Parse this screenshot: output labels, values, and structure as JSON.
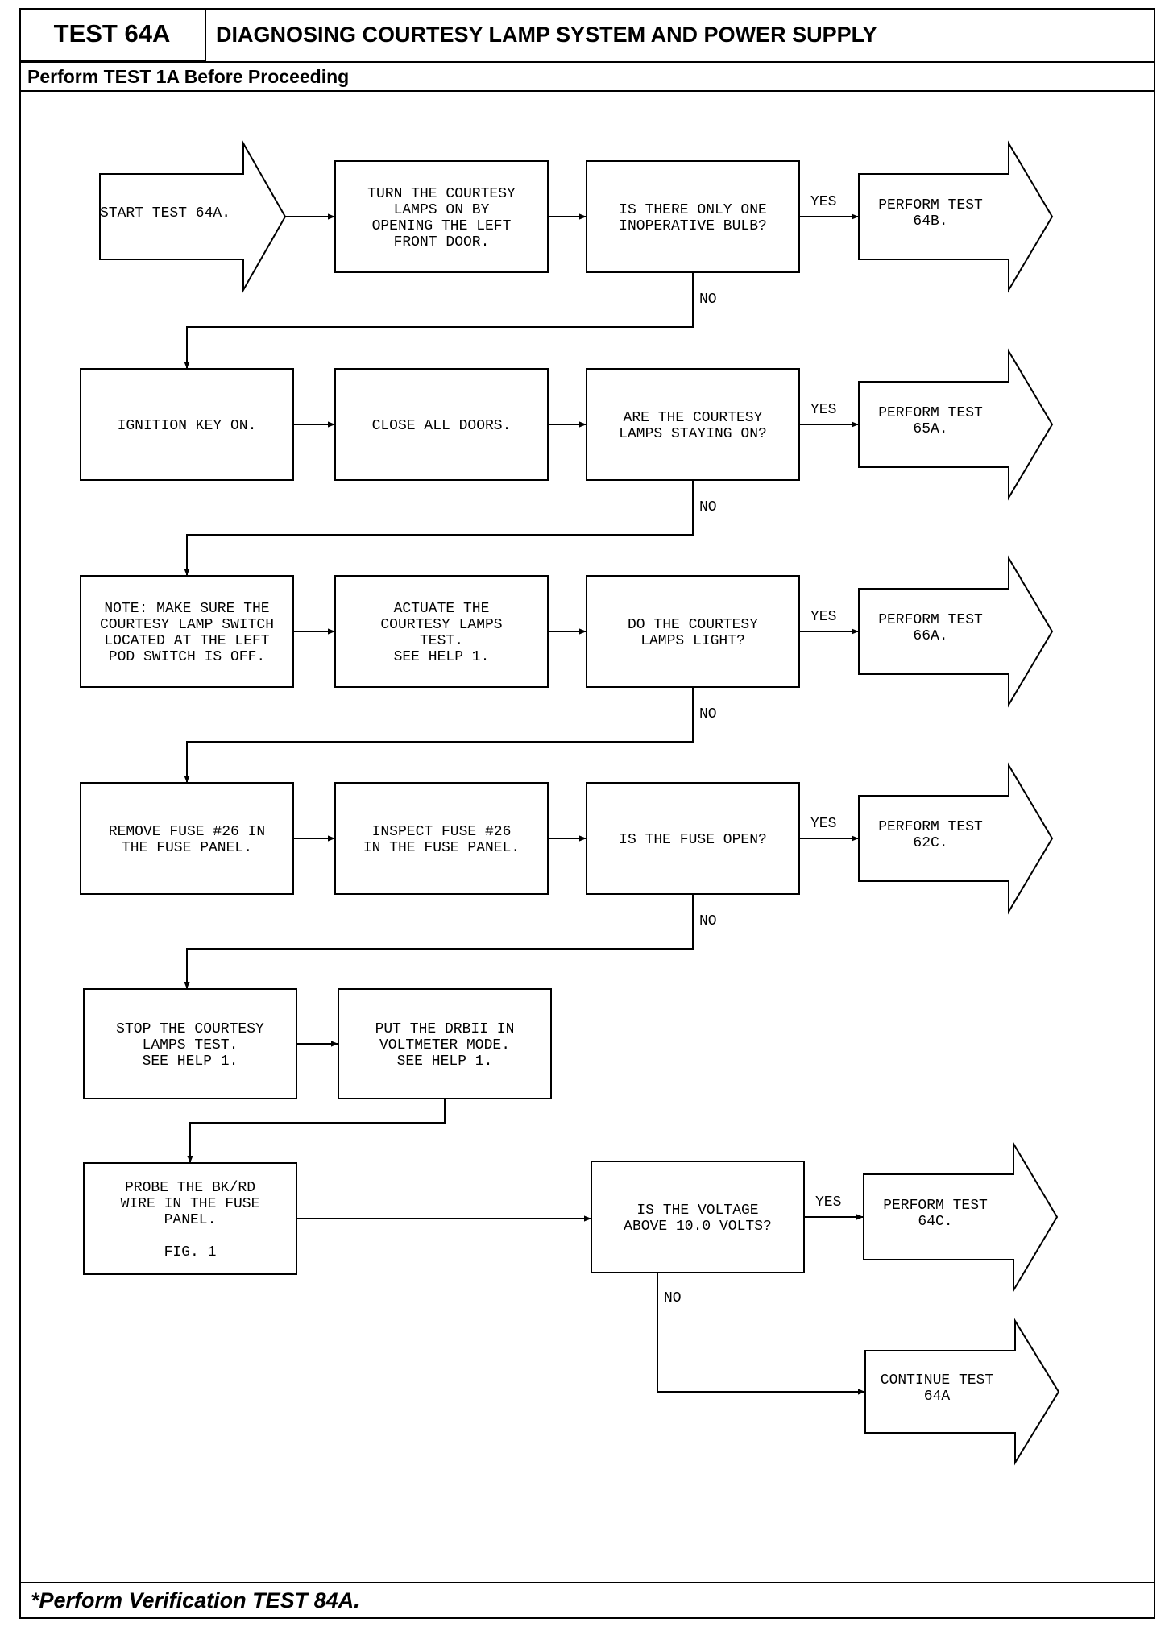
{
  "header": {
    "test_id": "TEST 64A",
    "title": "DIAGNOSING COURTESY LAMP SYSTEM AND POWER SUPPLY",
    "subtitle": "Perform TEST 1A Before Proceeding"
  },
  "footer": {
    "note": "*Perform Verification TEST 84A."
  },
  "labels": {
    "yes": "YES",
    "no": "NO"
  },
  "nodes": {
    "start": [
      "START TEST 64A."
    ],
    "turn_on": [
      "TURN THE COURTESY",
      "LAMPS ON BY",
      "OPENING THE LEFT",
      "FRONT DOOR."
    ],
    "q_one_bulb": [
      "IS THERE ONLY ONE",
      "INOPERATIVE BULB?"
    ],
    "r_64b": [
      "PERFORM TEST",
      "64B."
    ],
    "ign_on": [
      "IGNITION KEY ON."
    ],
    "close_doors": [
      "CLOSE ALL DOORS."
    ],
    "q_staying_on": [
      "ARE THE COURTESY",
      "LAMPS STAYING ON?"
    ],
    "r_65a": [
      "PERFORM TEST",
      "65A."
    ],
    "note_switch": [
      "NOTE: MAKE SURE THE",
      "COURTESY LAMP SWITCH",
      "LOCATED AT THE LEFT",
      "POD SWITCH IS OFF."
    ],
    "actuate": [
      "ACTUATE THE",
      "COURTESY LAMPS",
      "TEST.",
      "SEE HELP 1."
    ],
    "q_light": [
      "DO THE COURTESY",
      "LAMPS LIGHT?"
    ],
    "r_66a": [
      "PERFORM TEST",
      "66A."
    ],
    "remove_fuse": [
      "REMOVE FUSE #26 IN",
      "THE FUSE PANEL."
    ],
    "inspect_fuse": [
      "INSPECT FUSE #26",
      "IN THE FUSE PANEL."
    ],
    "q_fuse_open": [
      "IS THE FUSE OPEN?"
    ],
    "r_62c": [
      "PERFORM TEST",
      "62C."
    ],
    "stop_test": [
      "STOP THE COURTESY",
      "LAMPS TEST.",
      "SEE HELP 1."
    ],
    "voltmeter": [
      "PUT THE DRBII IN",
      "VOLTMETER MODE.",
      "SEE HELP 1."
    ],
    "probe": [
      "PROBE THE BK/RD",
      "WIRE IN THE FUSE",
      "PANEL.",
      "",
      "FIG. 1"
    ],
    "q_voltage": [
      "IS THE VOLTAGE",
      "ABOVE 10.0 VOLTS?"
    ],
    "r_64c": [
      "PERFORM TEST",
      "64C."
    ],
    "r_continue": [
      "CONTINUE TEST",
      "64A"
    ]
  }
}
